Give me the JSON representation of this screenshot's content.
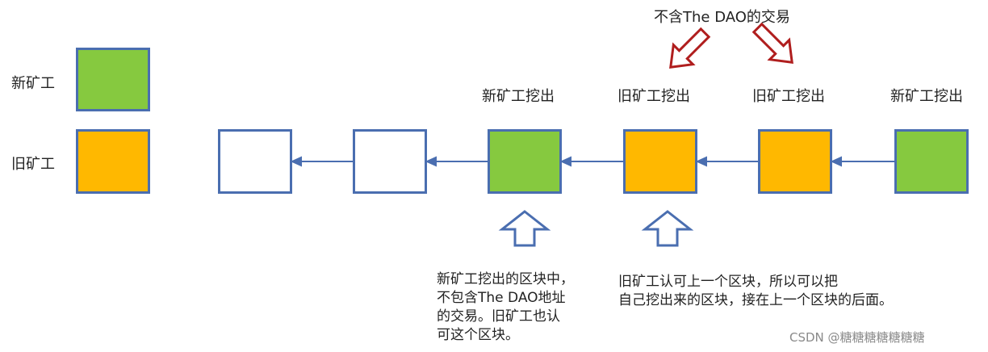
{
  "legend": {
    "new_miner": "新矿工",
    "old_miner": "旧矿工"
  },
  "colors": {
    "new_miner": "#86c93f",
    "old_miner": "#ffb800",
    "empty": "#ffffff",
    "border": "#4a6eb0",
    "link_arrow": "#4a6eb0",
    "warning_arrow": "#b01e1e"
  },
  "top_note": "不含The DAO的交易",
  "chain": {
    "blocks": [
      {
        "type": "empty",
        "label": ""
      },
      {
        "type": "empty",
        "label": ""
      },
      {
        "type": "new_miner",
        "label": "新矿工挖出"
      },
      {
        "type": "old_miner",
        "label": "旧矿工挖出"
      },
      {
        "type": "old_miner",
        "label": "旧矿工挖出"
      },
      {
        "type": "new_miner",
        "label": "新矿工挖出"
      }
    ]
  },
  "notes": {
    "left": "新矿工挖出的区块中，\n不包含The DAO地址\n的交易。旧矿工也认\n可这个区块。",
    "right": "旧矿工认可上一个区块，所以可以把\n自己挖出来的区块，接在上一个区块的后面。"
  },
  "watermark": "CSDN @糖糖糖糖糖糖糖"
}
